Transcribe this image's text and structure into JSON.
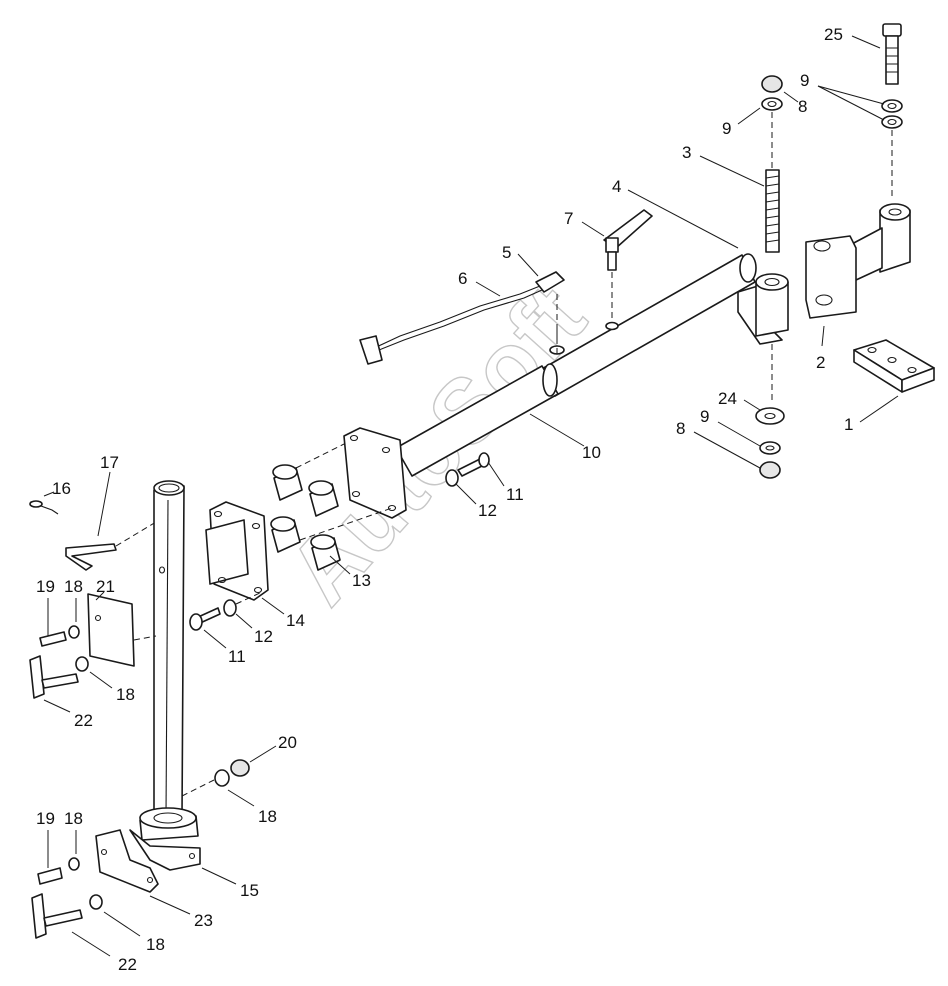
{
  "diagram": {
    "type": "exploded-parts-drawing",
    "watermark": "AutoSoft",
    "colors": {
      "line": "#1a1a1a",
      "background": "#ffffff",
      "watermark": "#9a9a9a"
    },
    "callouts": [
      "1",
      "2",
      "3",
      "4",
      "5",
      "6",
      "7",
      "8",
      "9",
      "10",
      "11",
      "12",
      "13",
      "14",
      "15",
      "16",
      "17",
      "18",
      "19",
      "20",
      "21",
      "22",
      "23",
      "24",
      "25"
    ],
    "labels": {
      "c25": "25",
      "c9a": "9",
      "c8a": "8",
      "c9b": "9",
      "c3": "3",
      "c4": "4",
      "c7": "7",
      "c5": "5",
      "c6": "6",
      "c2": "2",
      "c1": "1",
      "c24": "24",
      "c9c": "9",
      "c8b": "8",
      "c10": "10",
      "c11a": "11",
      "c12a": "12",
      "c13": "13",
      "c14": "14",
      "c12b": "12",
      "c11b": "11",
      "c17": "17",
      "c16": "16",
      "c21": "21",
      "c19a": "19",
      "c18a": "18",
      "c18b": "18",
      "c22a": "22",
      "c20": "20",
      "c18c": "18",
      "c19b": "19",
      "c18d": "18",
      "c15": "15",
      "c23": "23",
      "c18e": "18",
      "c22b": "22"
    }
  }
}
